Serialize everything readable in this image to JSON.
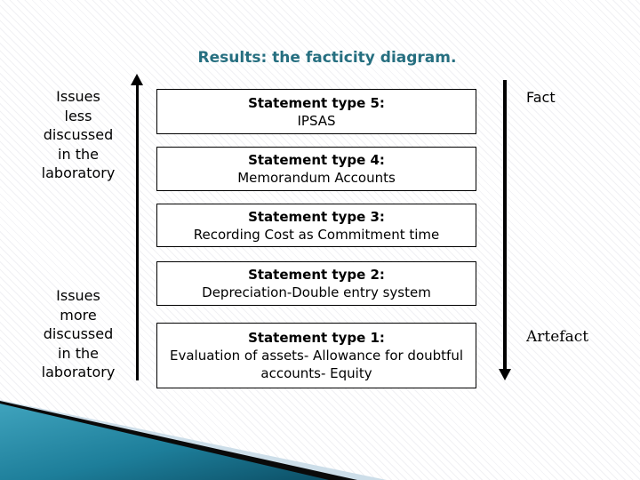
{
  "slide": {
    "title": "Results: the facticity diagram.",
    "left_axis": {
      "top_label": "Issues\nless\ndiscussed\nin the\nlaboratory",
      "bottom_label": "Issues\nmore\ndiscussed\nin the\nlaboratory",
      "arrow_direction": "up"
    },
    "right_axis": {
      "top_label": "Fact",
      "bottom_label": "Artefact",
      "arrow_direction": "down"
    },
    "boxes": [
      {
        "heading": "Statement type 5:",
        "body": "IPSAS"
      },
      {
        "heading": "Statement type 4:",
        "body": "Memorandum Accounts"
      },
      {
        "heading": "Statement type 3:",
        "body": "Recording Cost as Commitment time"
      },
      {
        "heading": "Statement type 2:",
        "body": "Depreciation-Double entry system"
      },
      {
        "heading": "Statement type 1:",
        "body": "Evaluation of assets- Allowance for doubtful accounts- Equity"
      }
    ],
    "colors": {
      "title": "#266f80",
      "box_border": "#000000",
      "arrow": "#000000",
      "footer_teal_light": "#3fa3bd",
      "footer_teal_dark": "#0c4f66",
      "footer_black": "#0a0a0a",
      "footer_pale_blue": "#cddee9"
    }
  }
}
